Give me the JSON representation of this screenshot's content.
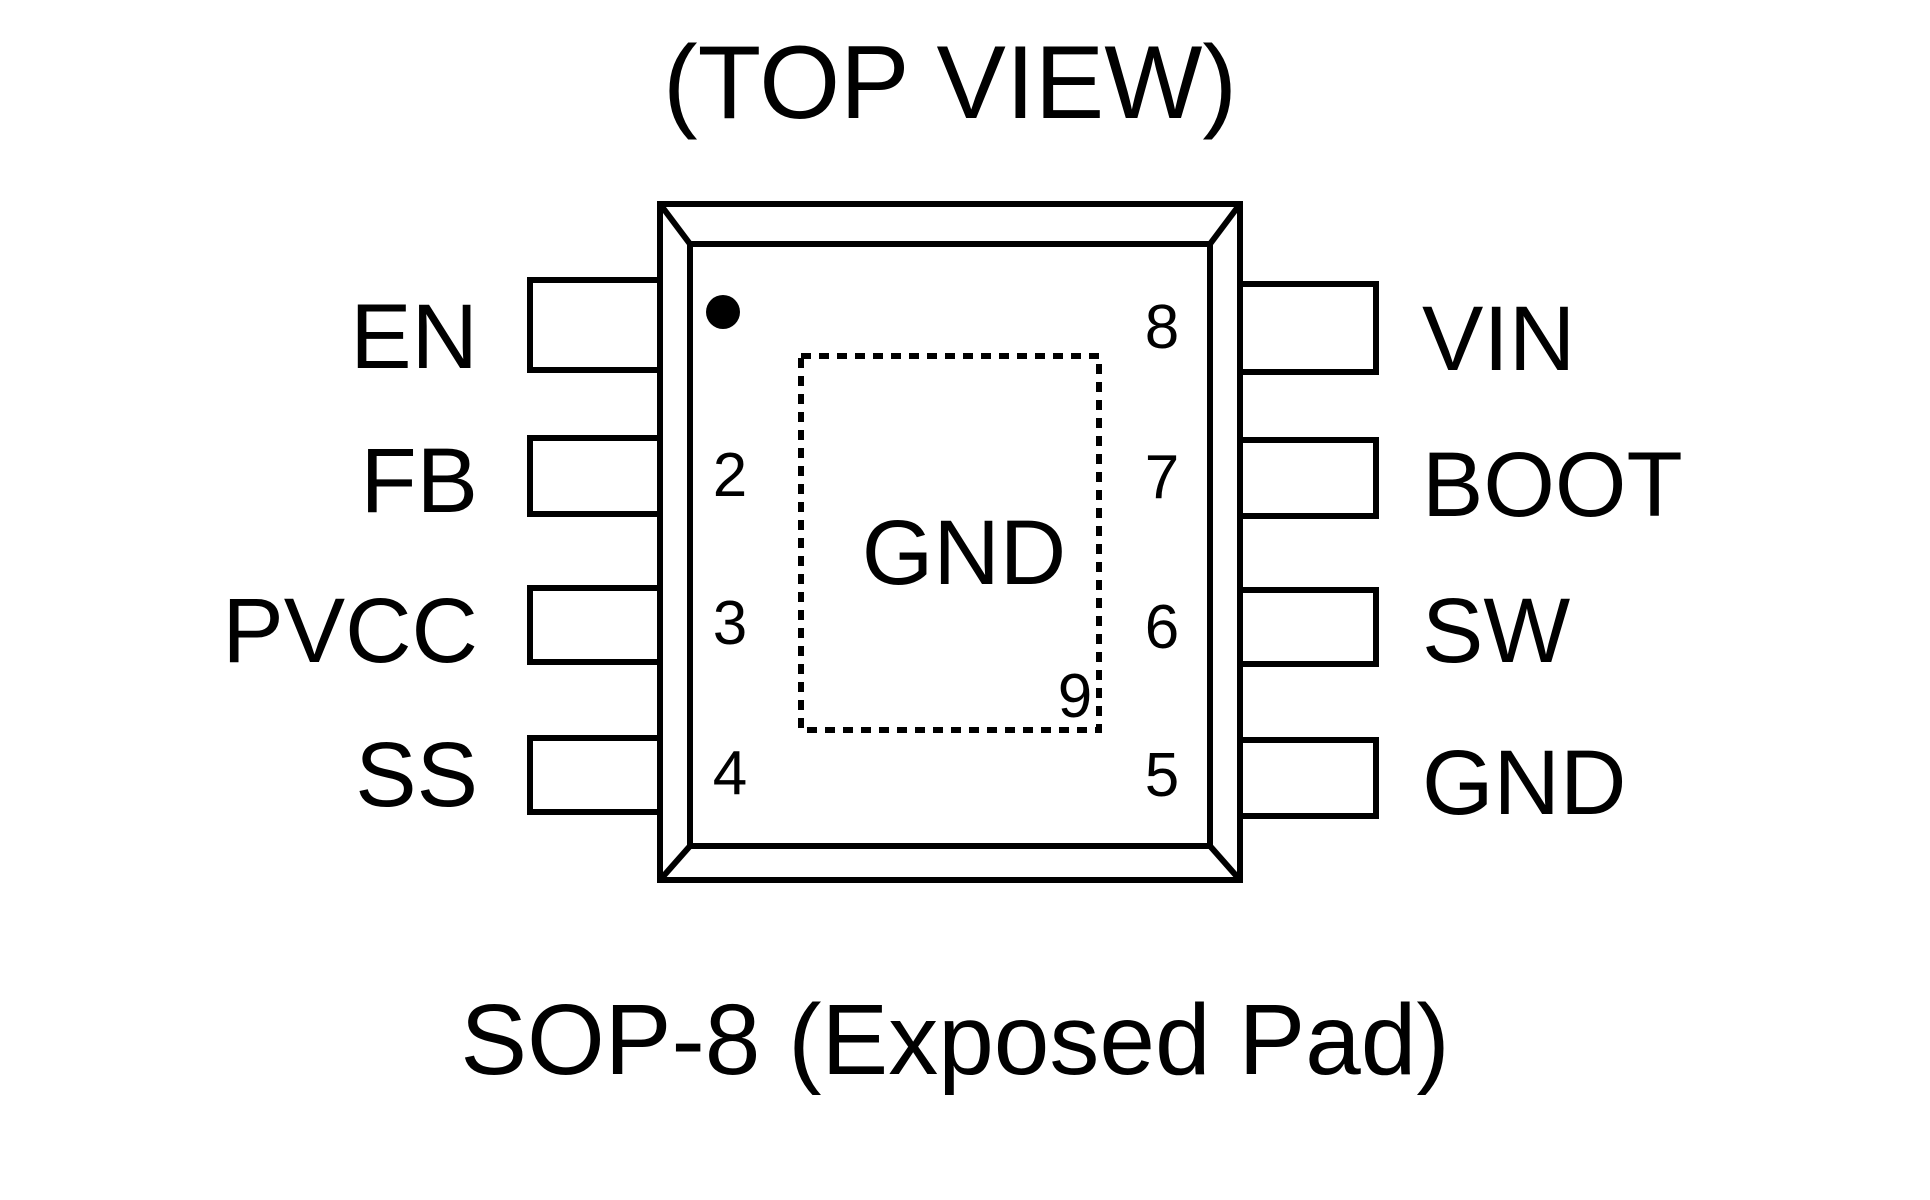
{
  "diagram": {
    "title": "(TOP VIEW)",
    "caption": "SOP-8 (Exposed Pad)",
    "exposed_pad": {
      "label": "GND",
      "number": "9"
    },
    "left_pins": [
      {
        "number": "1",
        "label": "EN",
        "number_shown": false
      },
      {
        "number": "2",
        "label": "FB",
        "number_shown": true
      },
      {
        "number": "3",
        "label": "PVCC",
        "number_shown": true
      },
      {
        "number": "4",
        "label": "SS",
        "number_shown": true
      }
    ],
    "right_pins": [
      {
        "number": "8",
        "label": "VIN",
        "number_shown": true
      },
      {
        "number": "7",
        "label": "BOOT",
        "number_shown": true
      },
      {
        "number": "6",
        "label": "SW",
        "number_shown": true
      },
      {
        "number": "5",
        "label": "GND",
        "number_shown": true
      }
    ]
  }
}
